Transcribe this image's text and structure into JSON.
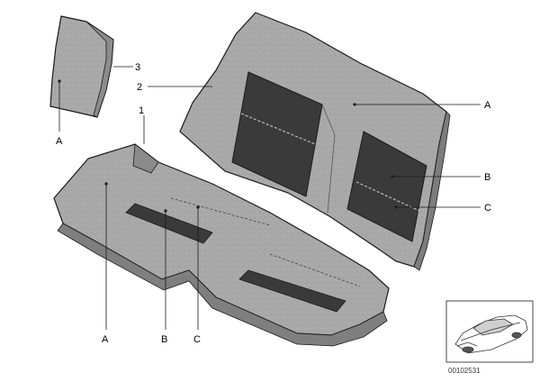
{
  "callouts": {
    "part_1": "1",
    "part_2": "2",
    "part_3": "3",
    "backrest_a": "A",
    "backrest_b": "B",
    "backrest_c": "C",
    "headrest_a": "A",
    "cushion_a": "A",
    "cushion_b": "B",
    "cushion_c": "C"
  },
  "inset": {
    "reference_number": "00102531"
  },
  "colors": {
    "line": "#1a1a1a",
    "upholstery": "#a8a8a8",
    "panel": "#3a3a3a",
    "background": "#ffffff"
  }
}
